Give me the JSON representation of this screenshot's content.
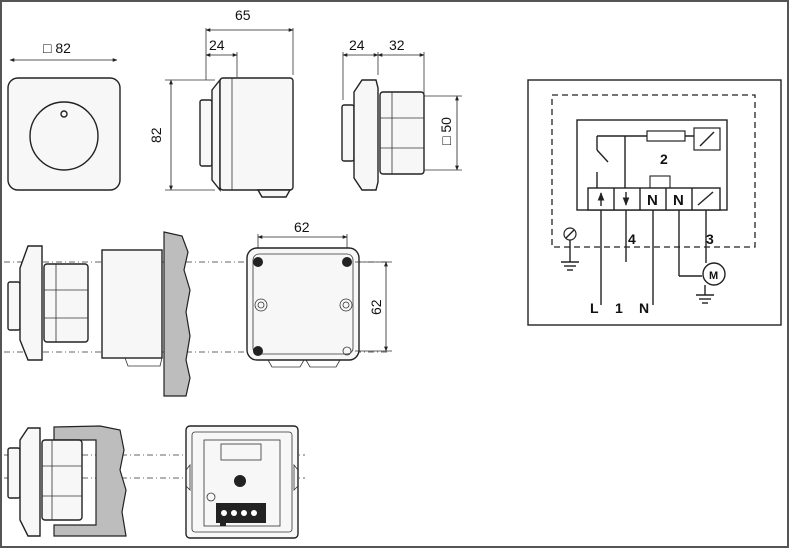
{
  "dimensions": {
    "front_square": "□ 82",
    "side_depth": "65",
    "side_offset": "24",
    "side_height": "82",
    "view2_offset": "24",
    "view2_depth": "32",
    "view2_square": "□ 50",
    "box_width": "62",
    "box_height": "62"
  },
  "wiring": {
    "terminals": [
      "N",
      "N"
    ],
    "labels": {
      "sensor": "2",
      "output_4": "4",
      "output_3": "3",
      "motor": "M",
      "supply_L": "L",
      "supply_1": "1",
      "supply_N": "N"
    }
  }
}
